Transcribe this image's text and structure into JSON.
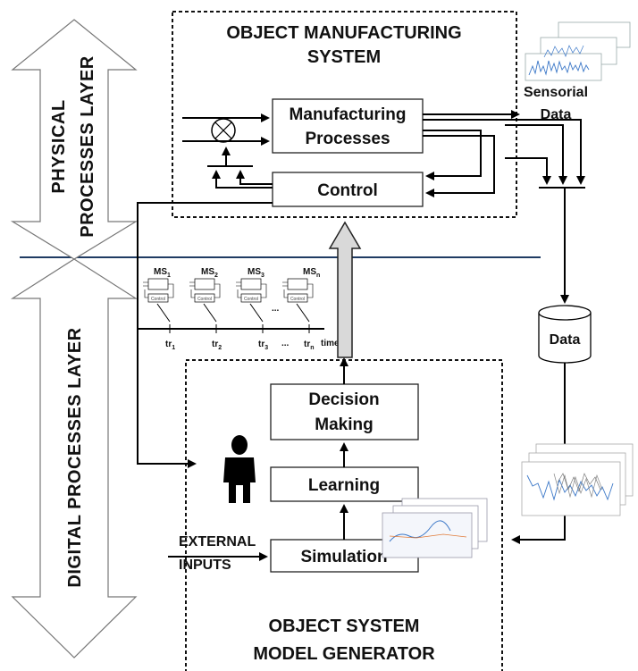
{
  "diagram": {
    "layers": {
      "physical": {
        "line1": "PHYSICAL",
        "line2": "PROCESSES LAYER"
      },
      "digital": "DIGITAL PROCESSES LAYER"
    },
    "manufacturing_system": {
      "title_line1": "OBJECT MANUFACTURING",
      "title_line2": "SYSTEM",
      "processes_line1": "Manufacturing",
      "processes_line2": "Processes",
      "control": "Control"
    },
    "sensorial": {
      "line1": "Sensorial",
      "line2": "Data"
    },
    "database": "Data",
    "model_generator": {
      "title_line1": "OBJECT SYSTEM",
      "title_line2": "MODEL GENERATOR",
      "decision_line1": "Decision",
      "decision_line2": "Making",
      "learning": "Learning",
      "simulation": "Simulation"
    },
    "external_inputs": {
      "line1": "EXTERNAL",
      "line2": "INPUTS"
    },
    "timeline": {
      "states": [
        {
          "main": "MS",
          "sub": "1"
        },
        {
          "main": "MS",
          "sub": "2"
        },
        {
          "main": "MS",
          "sub": "3"
        },
        {
          "main": "MS",
          "sub": "n"
        }
      ],
      "ticks": [
        {
          "main": "tr",
          "sub": "1"
        },
        {
          "main": "tr",
          "sub": "2"
        },
        {
          "main": "tr",
          "sub": "3"
        },
        {
          "main": "tr",
          "sub": "n"
        }
      ],
      "ellipsis": "...",
      "time_label": "time",
      "mini_box_label": "Control"
    },
    "colors": {
      "separator": "#1f3b63",
      "up_arrow_fill": "#d9d9d9",
      "chart_blue": "#3c78c8",
      "chart_orange": "#e07b39"
    },
    "icons": [
      "person-icon",
      "database-icon",
      "chart-thumbnail-icon",
      "summing-junction-icon"
    ]
  }
}
